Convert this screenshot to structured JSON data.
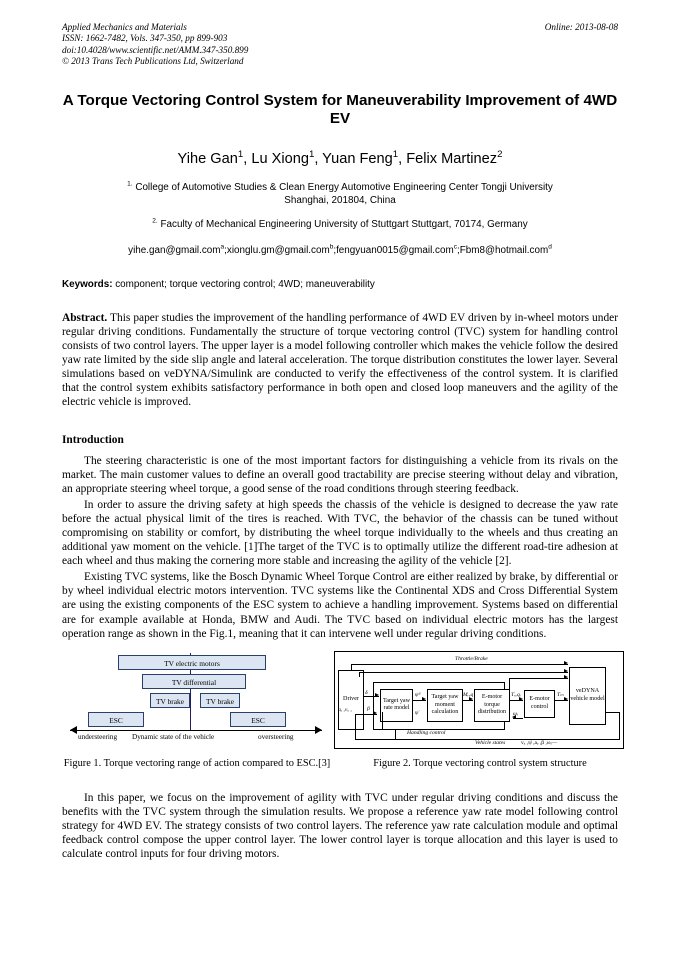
{
  "journal_header": {
    "line1": "Applied Mechanics and Materials",
    "line2": "ISSN: 1662-7482, Vols. 347-350, pp 899-903",
    "line3": "doi:10.4028/www.scientific.net/AMM.347-350.899",
    "line4": "© 2013 Trans Tech Publications Ltd, Switzerland",
    "online": "Online: 2013-08-08"
  },
  "title": "A Torque Vectoring Control System for Maneuverability Improvement of 4WD EV",
  "authors": {
    "list": [
      {
        "name": "Yihe Gan",
        "sup": "1"
      },
      {
        "name": "Lu Xiong",
        "sup": "1"
      },
      {
        "name": "Yuan Feng",
        "sup": "1"
      },
      {
        "name": "Felix Martinez",
        "sup": "2"
      }
    ]
  },
  "affiliations": [
    {
      "marker": "1.",
      "line1": "College of Automotive Studies & Clean Energy Automotive Engineering Center Tongji University",
      "line2": "Shanghai, 201804, China"
    },
    {
      "marker": "2.",
      "line1": "Faculty of Mechanical Engineering University of Stuttgart Stuttgart, 70174, Germany",
      "line2": ""
    }
  ],
  "emails": [
    {
      "address": "yihe.gan@gmail.com",
      "sup": "a"
    },
    {
      "address": "xionglu.gm@gmail.com",
      "sup": "b"
    },
    {
      "address": "fengyuan0015@gmail.com",
      "sup": "c"
    },
    {
      "address": "Fbm8@hotmail.com",
      "sup": "d"
    }
  ],
  "keywords": {
    "label": "Keywords:",
    "text": " component; torque vectoring control; 4WD; maneuverability"
  },
  "abstract": {
    "label": "Abstract.",
    "text": " This paper studies the improvement of the handling performance of 4WD EV driven by in-wheel motors under regular driving conditions. Fundamentally the structure of torque vectoring control (TVC) system for handling control consists of two control layers. The upper layer is a model following controller which makes the vehicle follow the desired yaw rate limited by the side slip angle and lateral acceleration. The torque distribution constitutes the lower layer. Several simulations based on veDYNA/Simulink are conducted to verify the effectiveness of the control system. It is clarified that the control system exhibits satisfactory performance in both open and closed loop maneuvers and the agility of the electric vehicle is improved."
  },
  "introduction": {
    "heading": "Introduction",
    "paragraphs": [
      "The steering characteristic is one of the most important factors for distinguishing a vehicle from its rivals on the market. The main customer values to define an overall good tractability are precise steering without delay and vibration, an appropriate steering wheel torque, a good sense of the road conditions through steering feedback.",
      "In order to assure the driving safety at high speeds the chassis of the vehicle is designed to decrease the yaw rate before the actual physical limit of the tires is reached. With TVC, the behavior of the chassis can be tuned without compromising on stability or comfort, by distributing the wheel torque individually to the wheels and thus creating an additional yaw moment on the vehicle. [1]The target of the TVC is to optimally utilize the different road-tire adhesion at each wheel and thus making the cornering more stable and increasing the agility of the vehicle [2].",
      "Existing TVC systems, like the Bosch Dynamic Wheel Torque Control are either realized by brake, by differential or by wheel individual electric motors intervention. TVC systems like the Continental XDS and Cross Differential System are using the existing components of the ESC system to achieve a handling improvement. Systems based on differential are for example available at Honda, BMW and Audi. The TVC based on individual electric motors has the largest operation range as shown in the Fig.1, meaning that it can intervene well under regular driving conditions."
    ],
    "closing_paragraph": "In this paper, we focus on the improvement of agility with TVC under regular driving conditions and discuss the benefits with the TVC system through the simulation results. We propose a reference yaw rate model following control strategy for 4WD EV. The strategy consists of two control layers. The reference yaw rate calculation module and optimal feedback control compose the upper control layer. The lower control layer is torque allocation and this layer is used to calculate control inputs for four driving motors."
  },
  "figure1": {
    "boxes": [
      {
        "label": "TV electric motors"
      },
      {
        "label": "TV differential"
      },
      {
        "label": "TV brake"
      },
      {
        "label": "TV brake"
      },
      {
        "label": "ESC"
      },
      {
        "label": "ESC"
      }
    ],
    "axis_labels": {
      "left": "understeering",
      "center": "Dynamic state of the vehicle",
      "right": "oversteering"
    },
    "box_fill": "#dce6f2",
    "box_stroke": "#2b3f6b"
  },
  "figure2": {
    "boxes": [
      {
        "label": "Driver"
      },
      {
        "label": "Target yaw rate model"
      },
      {
        "label": "Target yaw moment calculation"
      },
      {
        "label": "E-motor torque distribution"
      },
      {
        "label": "E-motor control"
      },
      {
        "label": "veDYNA vehicle model"
      }
    ],
    "labels": {
      "throttle_brake": "Throttle/Brake",
      "handling_control": "Handling control",
      "vehicle_states": "Vehicle states",
      "state_vars": "vₓ ,ψ̇ ,aᵧ ,β ,ωᵢ—",
      "driver_in": "aᵧ ,vₓ ,",
      "delta": "δ",
      "beta": "β",
      "psi_d": "ψ̇ᵈ",
      "psi": "ψ̇",
      "m_req": "Mᵣₑq",
      "t_req": "Tᵣₑqᵢ",
      "omega_i": "ωᵢ",
      "t_m": "Tₘ"
    }
  },
  "captions": {
    "fig1": "Figure 1. Torque vectoring range of action compared to ESC.[3]",
    "fig2": "Figure 2. Torque vectoring control system structure"
  }
}
